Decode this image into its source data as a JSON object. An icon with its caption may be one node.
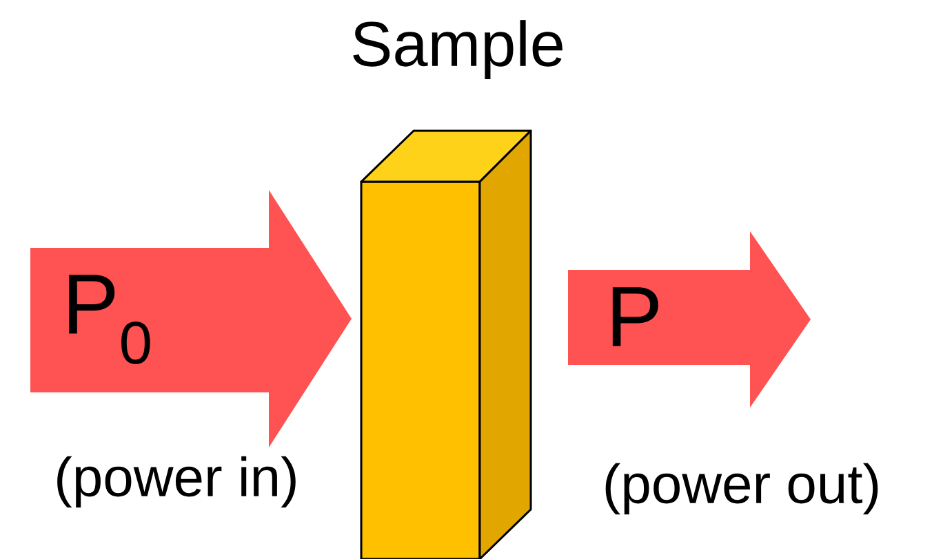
{
  "diagram": {
    "nodes": [
      {
        "text": [
          "P$_{0}$"
        ],
        "beside": [
          "(power in)"
        ]
      },
      {
        "text": [
          "Sample"
        ]
      },
      {
        "text": [
          "P"
        ],
        "beside": [
          "(power out)"
        ]
      }
    ]
  }
}
